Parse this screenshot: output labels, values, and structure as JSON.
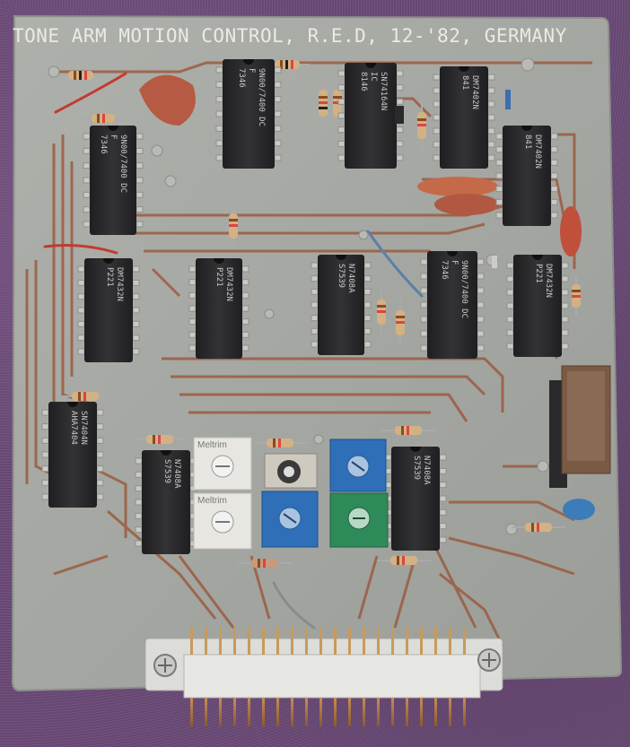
{
  "board": {
    "title": "TONE ARM MOTION CONTROL, R.E.D, 12-'82, GERMANY",
    "colors": {
      "pcb": "#a6a8a4",
      "trace": "#9a5c40",
      "chip_body": "#2a2a2c",
      "background_cloth": "#6e4f78"
    }
  },
  "chips": [
    {
      "id": "ic-1",
      "lines": [
        "9N00/7400 DC",
        "F",
        "7346"
      ]
    },
    {
      "id": "ic-2",
      "lines": [
        "9N00/7400 DC",
        "F",
        "7346"
      ]
    },
    {
      "id": "ic-3",
      "lines": [
        "SN74164N",
        "IC",
        "8146"
      ]
    },
    {
      "id": "ic-4",
      "lines": [
        "DM7402N",
        "841"
      ]
    },
    {
      "id": "ic-5",
      "lines": [
        "DM7402N",
        "841"
      ]
    },
    {
      "id": "ic-6",
      "lines": [
        "DM7432N",
        "P221"
      ]
    },
    {
      "id": "ic-7",
      "lines": [
        "DM7432N",
        "P221"
      ]
    },
    {
      "id": "ic-8",
      "lines": [
        "N7408A",
        "S7539"
      ]
    },
    {
      "id": "ic-9",
      "lines": [
        "9N00/7400 DC",
        "F",
        "7346"
      ]
    },
    {
      "id": "ic-10",
      "lines": [
        "DM7432N",
        "P221"
      ]
    },
    {
      "id": "ic-11",
      "lines": [
        "SN7404N",
        "AHA7404"
      ]
    },
    {
      "id": "ic-12",
      "lines": [
        "N7408A",
        "S7539"
      ]
    },
    {
      "id": "ic-13",
      "lines": [
        "N7408A",
        "S7539"
      ]
    }
  ],
  "trimmers": [
    {
      "id": "trim-1",
      "label": "Meltrim"
    },
    {
      "id": "trim-2",
      "label": "Meltrim"
    }
  ]
}
